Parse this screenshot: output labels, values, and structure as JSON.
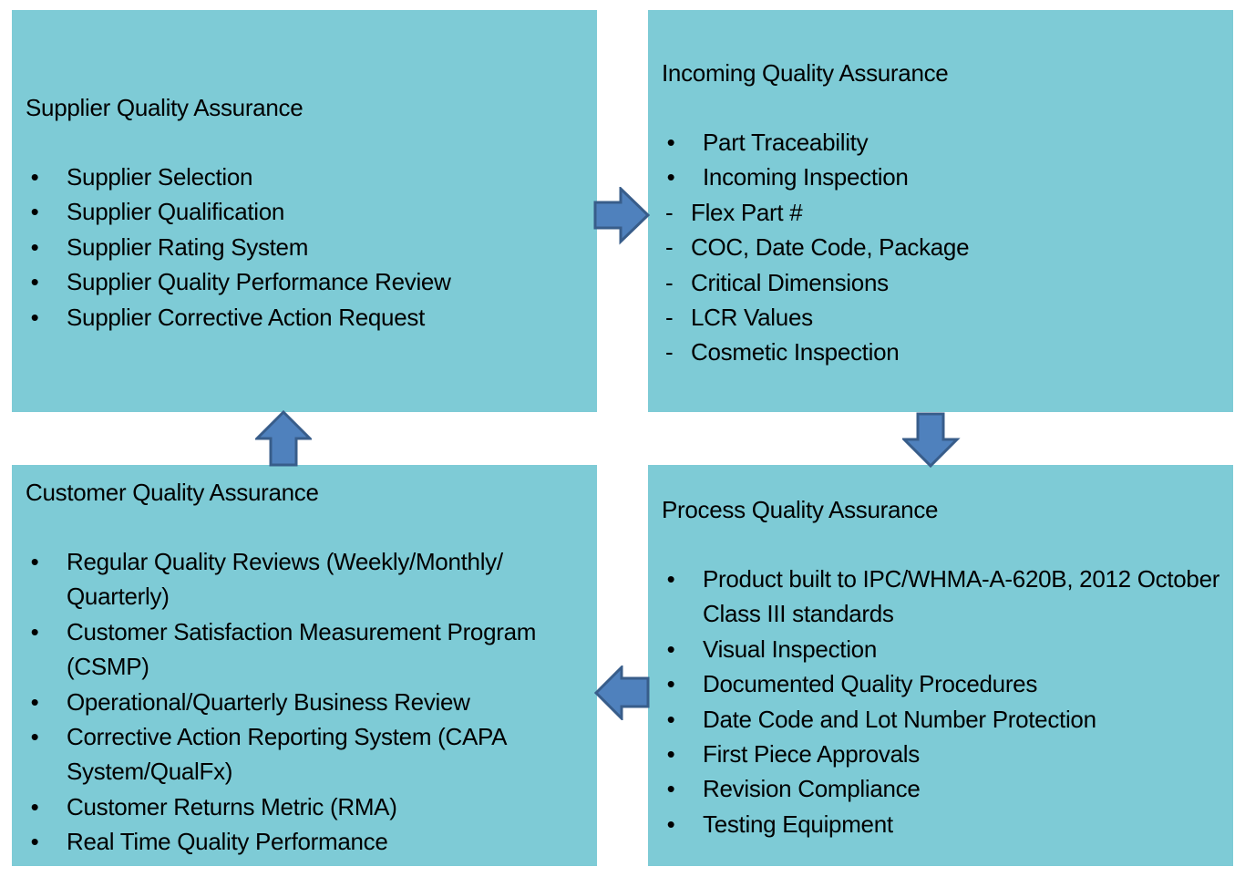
{
  "diagram": {
    "colors": {
      "box_fill": "#7ECBD6",
      "arrow_fill": "#4F81BD",
      "arrow_stroke": "#385D8A",
      "text": "#000000"
    },
    "flow": [
      "supplier",
      "incoming",
      "process",
      "customer",
      "supplier"
    ],
    "boxes": {
      "supplier": {
        "title": "Supplier Quality Assurance",
        "items": [
          {
            "marker": "•",
            "text": "Supplier Selection"
          },
          {
            "marker": "•",
            "text": "Supplier Qualification"
          },
          {
            "marker": "•",
            "text": "Supplier Rating System"
          },
          {
            "marker": "•",
            "text": "Supplier Quality Performance Review"
          },
          {
            "marker": "•",
            "text": "Supplier Corrective Action Request"
          }
        ]
      },
      "incoming": {
        "title": "Incoming Quality Assurance",
        "items": [
          {
            "marker": "•",
            "text": "Part Traceability"
          },
          {
            "marker": "•",
            "text": "Incoming Inspection"
          },
          {
            "marker": "-",
            "text": "Flex Part #"
          },
          {
            "marker": "-",
            "text": "COC, Date Code, Package"
          },
          {
            "marker": "-",
            "text": "Critical Dimensions"
          },
          {
            "marker": "-",
            "text": "LCR Values"
          },
          {
            "marker": "-",
            "text": "Cosmetic Inspection"
          }
        ]
      },
      "process": {
        "title": "Process Quality Assurance",
        "items": [
          {
            "marker": "•",
            "text": "Product built to IPC/WHMA-A-620B, 2012 October Class III standards"
          },
          {
            "marker": "•",
            "text": "Visual Inspection"
          },
          {
            "marker": "•",
            "text": "Documented Quality Procedures"
          },
          {
            "marker": "•",
            "text": "Date Code and Lot Number Protection"
          },
          {
            "marker": "•",
            "text": "First Piece Approvals"
          },
          {
            "marker": "•",
            "text": "Revision Compliance"
          },
          {
            "marker": "•",
            "text": "Testing Equipment"
          }
        ]
      },
      "customer": {
        "title": "Customer Quality Assurance",
        "items": [
          {
            "marker": "•",
            "text": "Regular Quality Reviews (Weekly/Monthly/ Quarterly)"
          },
          {
            "marker": "•",
            "text": "Customer Satisfaction Measurement Program (CSMP)"
          },
          {
            "marker": "•",
            "text": "Operational/Quarterly Business Review"
          },
          {
            "marker": "•",
            "text": "Corrective Action Reporting System (CAPA System/QualFx)"
          },
          {
            "marker": "•",
            "text": "Customer Returns Metric (RMA)"
          },
          {
            "marker": "•",
            "text": "Real Time Quality Performance"
          }
        ]
      }
    },
    "arrows": [
      {
        "name": "arrow-right",
        "from": "supplier",
        "to": "incoming",
        "direction": "right"
      },
      {
        "name": "arrow-down",
        "from": "incoming",
        "to": "process",
        "direction": "down"
      },
      {
        "name": "arrow-left",
        "from": "process",
        "to": "customer",
        "direction": "left"
      },
      {
        "name": "arrow-up",
        "from": "customer",
        "to": "supplier",
        "direction": "up"
      }
    ]
  }
}
